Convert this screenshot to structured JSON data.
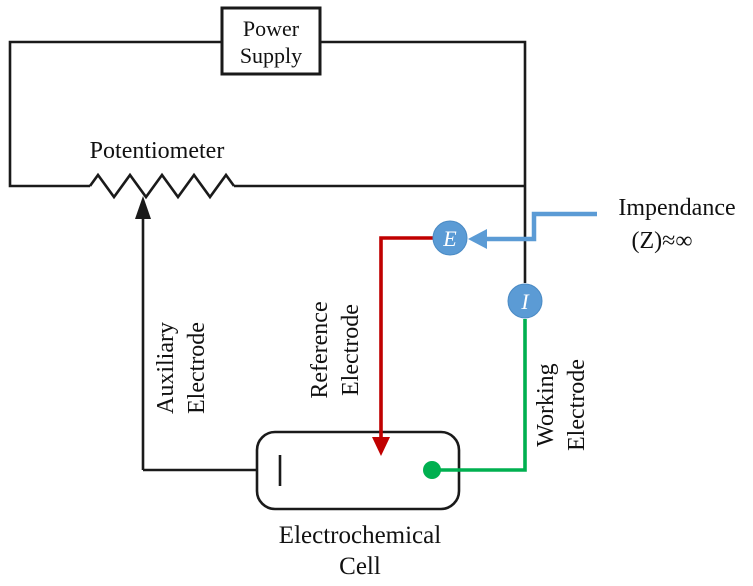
{
  "diagram": {
    "power_supply": {
      "line1": "Power",
      "line2": "Supply"
    },
    "potentiometer_label": "Potentiometer",
    "impedance": {
      "line1": "Impendance",
      "line2": "(Z)≈∞"
    },
    "auxiliary": {
      "line1": "Auxiliary",
      "line2": "Electrode"
    },
    "reference": {
      "line1": "Reference",
      "line2": "Electrode"
    },
    "working": {
      "line1": "Working",
      "line2": "Electrode"
    },
    "cell": {
      "line1": "Electrochemical",
      "line2": "Cell"
    },
    "voltage_symbol": "E",
    "current_symbol": "I",
    "colors": {
      "wire": "#1a1a1a",
      "reference_wire": "#c00000",
      "working_wire": "#00b050",
      "impedance_wire": "#5b9bd5",
      "node_fill": "#5b9bd5"
    }
  }
}
